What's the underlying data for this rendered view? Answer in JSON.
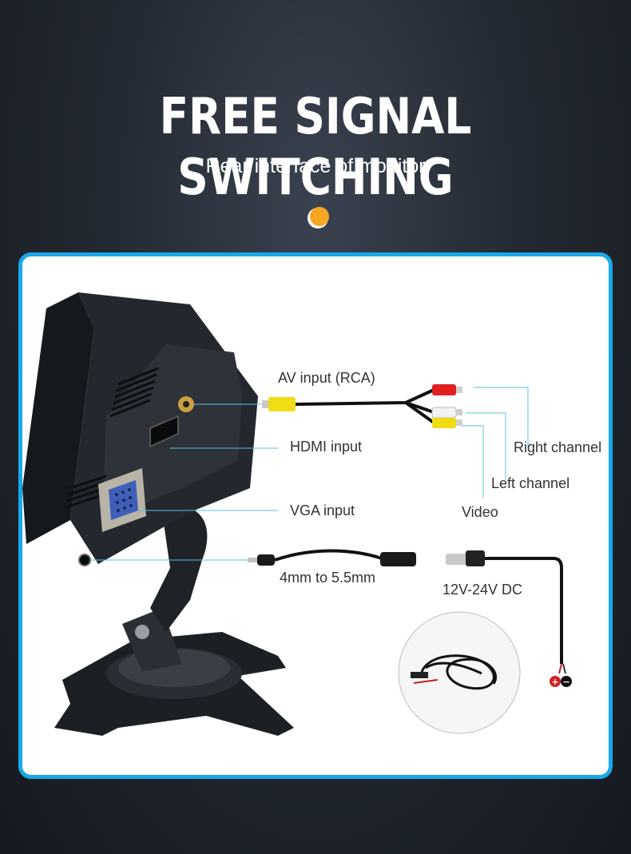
{
  "header": {
    "title": "FREE SIGNAL SWITCHING",
    "subtitle": "Rear interface of monitor"
  },
  "diagram": {
    "labels": {
      "av_input": "AV input (RCA)",
      "hdmi_input": "HDMI input",
      "vga_input": "VGA input",
      "adapter": "4mm to 5.5mm",
      "power": "12V-24V DC",
      "right_channel": "Right channel",
      "left_channel": "Left channel",
      "video": "Video"
    },
    "polarity": {
      "positive": "+",
      "negative": "−"
    }
  },
  "colors": {
    "panel_border": "#19a9e8",
    "leader_line": "#5bbfe6",
    "accent_orange": "#f5a623",
    "rca_red": "#e02020",
    "rca_white": "#f2f2f2",
    "rca_yellow": "#f0dc14"
  },
  "icons": [
    "decorative-dot-icon",
    "monitor-rear-illustration",
    "power-cable-illustration"
  ]
}
